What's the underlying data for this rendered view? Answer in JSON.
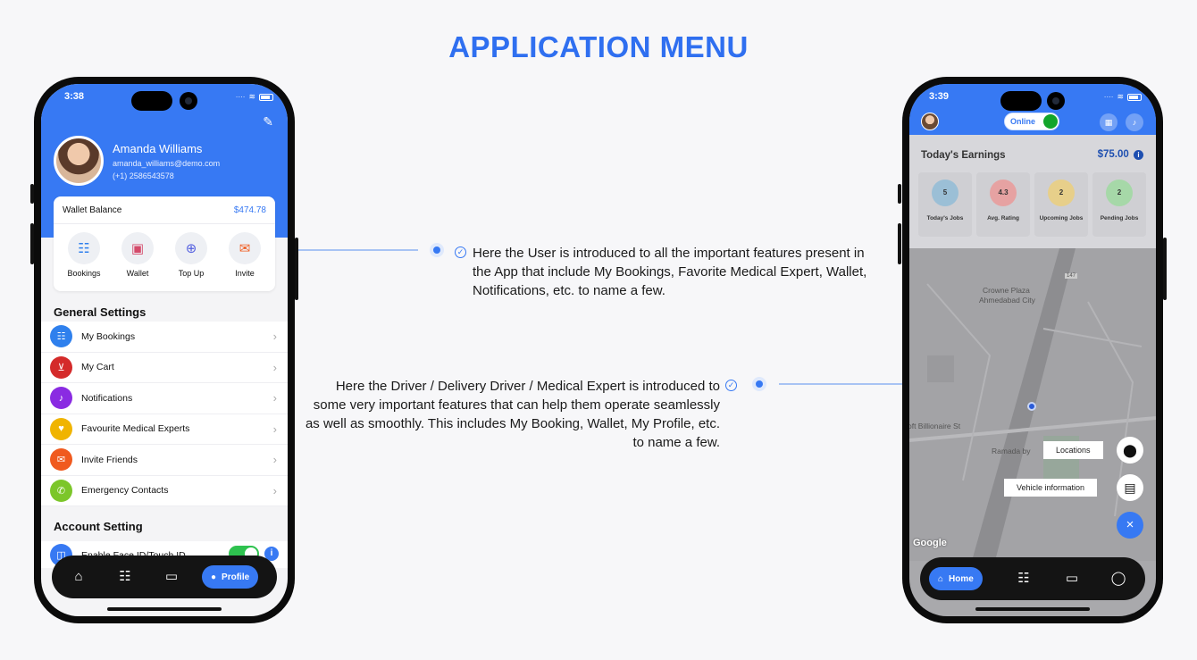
{
  "page": {
    "title": "APPLICATION MENU",
    "accent": "#2f6ff0"
  },
  "callouts": {
    "user_text": "Here the User is introduced to all the important features present in the App that include My Bookings, Favorite Medical Expert, Wallet, Notifications, etc. to name a few.",
    "driver_text": "Here the Driver / Delivery Driver / Medical Expert is introduced to some very important features that can help them operate seamlessly as well as smoothly. This includes My Booking, Wallet, My Profile, etc. to name a few."
  },
  "user_app": {
    "time": "3:38",
    "profile": {
      "name": "Amanda Williams",
      "email": "amanda_williams@demo.com",
      "phone": "(+1) 2586543578"
    },
    "wallet": {
      "label": "Wallet Balance",
      "amount": "$474.78"
    },
    "quick_actions": [
      {
        "label": "Bookings",
        "icon": "clipboard-icon"
      },
      {
        "label": "Wallet",
        "icon": "wallet-icon"
      },
      {
        "label": "Top Up",
        "icon": "top-up-icon"
      },
      {
        "label": "Invite",
        "icon": "envelope-icon"
      }
    ],
    "general_settings_title": "General Settings",
    "menu": [
      {
        "label": "My Bookings",
        "icon": "clipboard-icon",
        "color": "#2f80ed"
      },
      {
        "label": "My Cart",
        "icon": "cart-icon",
        "color": "#d42a2a"
      },
      {
        "label": "Notifications",
        "icon": "bell-icon",
        "color": "#8a2be2"
      },
      {
        "label": "Favourite Medical Experts",
        "icon": "heart-icon",
        "color": "#f0b400"
      },
      {
        "label": "Invite Friends",
        "icon": "envelope-icon",
        "color": "#f05a1e"
      },
      {
        "label": "Emergency Contacts",
        "icon": "phone-icon",
        "color": "#7cc62a"
      }
    ],
    "account_setting_title": "Account Setting",
    "face_id_label": "Enable Face ID/Touch ID",
    "tabbar_active": "Profile"
  },
  "driver_app": {
    "time": "3:39",
    "online_label": "Online",
    "earnings": {
      "title": "Today's Earnings",
      "amount": "$75.00"
    },
    "stats": [
      {
        "value": "5",
        "label": "Today's Jobs",
        "color": "#9bbfd6"
      },
      {
        "value": "4.3",
        "label": "Avg. Rating",
        "color": "#e6a2a2"
      },
      {
        "value": "2",
        "label": "Upcoming Jobs",
        "color": "#e7cf8a"
      },
      {
        "value": "2",
        "label": "Pending Jobs",
        "color": "#a6d8a8"
      }
    ],
    "map": {
      "labels": [
        "Crowne Plaza",
        "Ahmedabad City",
        "oft Billionaire St",
        "Ramada by",
        "147"
      ],
      "locations_label": "Locations",
      "vehicle_label": "Vehicle information",
      "google_label": "Google"
    },
    "tabbar_active": "Home"
  }
}
